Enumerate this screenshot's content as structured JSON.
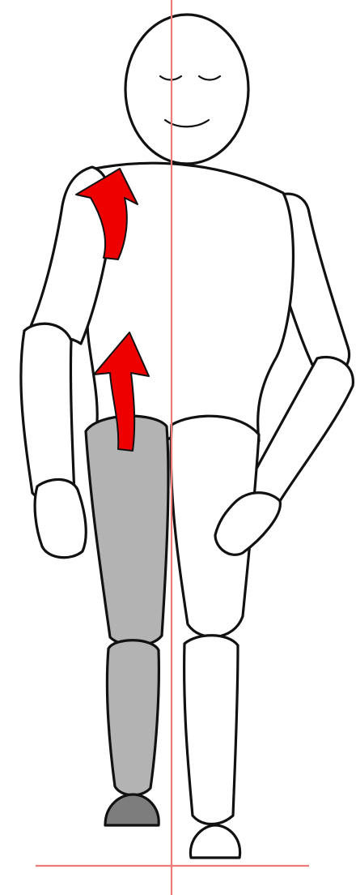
{
  "figure": {
    "colors": {
      "background": "#ffffff",
      "outline": "#111111",
      "body_fill": "#ffffff",
      "highlight_leg_fill": "#b3b3b3",
      "highlight_foot_fill": "#7d7d7d",
      "guide_line": "#f07a7a",
      "arrow_fill": "#ee0000"
    },
    "parts": [
      "head",
      "torso",
      "left-upper-arm",
      "left-forearm",
      "left-hand",
      "right-upper-arm",
      "right-forearm",
      "right-hand",
      "left-thigh",
      "left-shin",
      "left-foot",
      "right-thigh",
      "right-shin",
      "right-foot"
    ],
    "highlighted_parts": [
      "left-thigh",
      "left-shin",
      "left-foot"
    ],
    "arrows": [
      "lower-arrow",
      "upper-arrow"
    ],
    "guide_lines": [
      "vertical-midline",
      "ground-line"
    ]
  }
}
